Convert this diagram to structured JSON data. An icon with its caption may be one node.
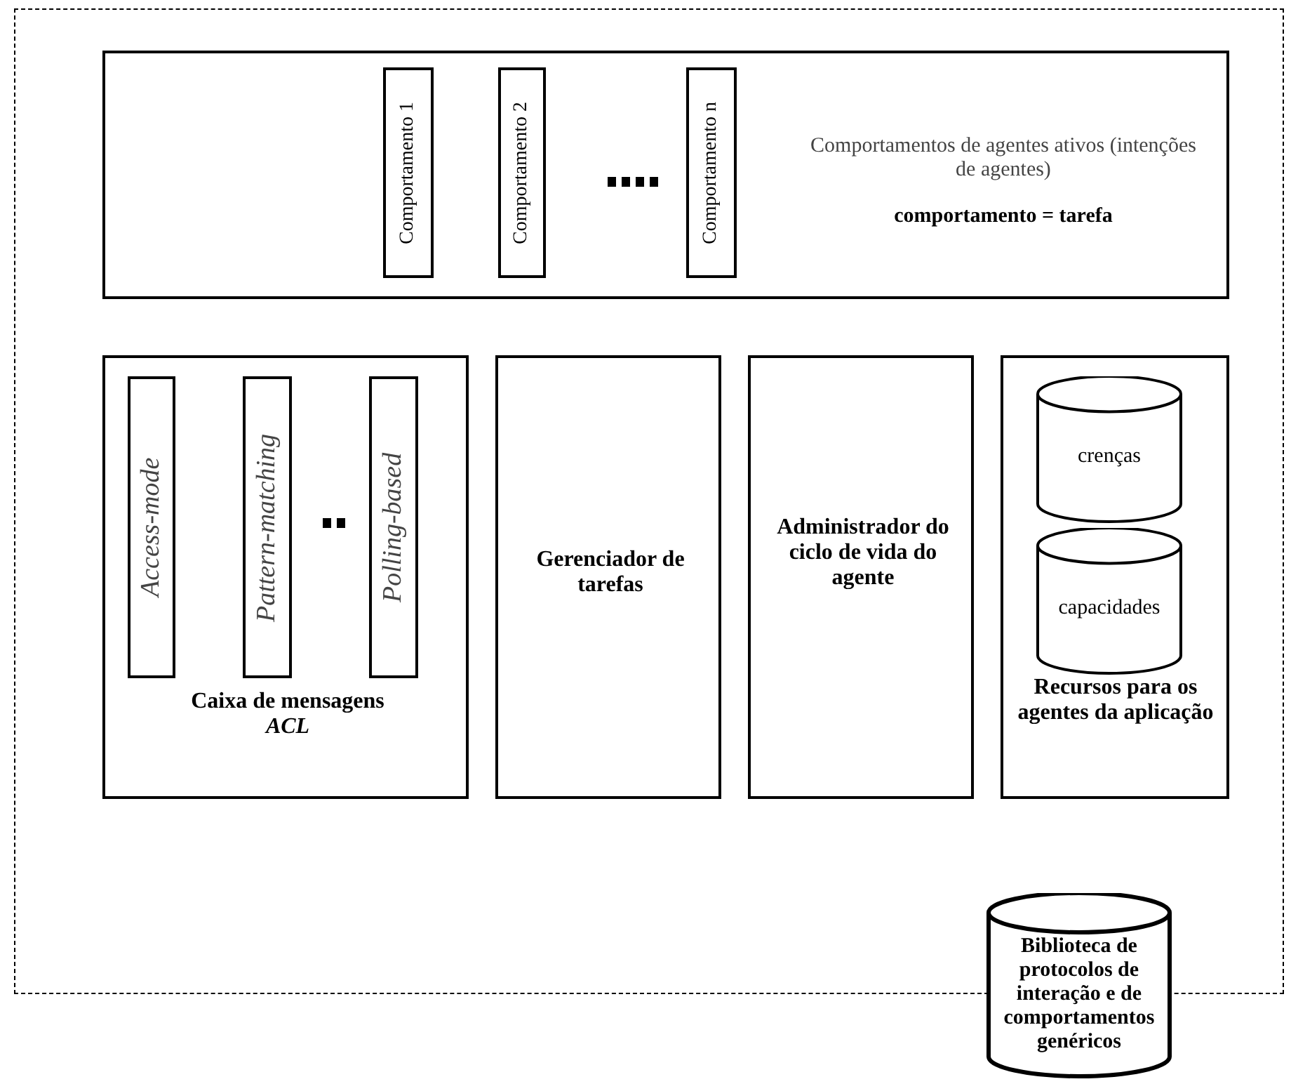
{
  "diagram": {
    "nodes": [
      {
        "text": [],
        "shape": "box"
      },
      {
        "text": [
          "Comportamentos  de agentes ativos (intenções de agentes)",
          "comportamento = tarefa"
        ],
        "in": 0
      },
      {
        "text": [
          "Comportamento 1"
        ],
        "in": 1
      },
      {
        "text": [
          "Comportamento 2"
        ],
        "in": 1
      },
      {
        "text": [
          "Comportamento n"
        ],
        "in": 1
      },
      {
        "text": [
          "Caixa de mensagens *ACL*"
        ],
        "in": 0
      },
      {
        "text": [
          "Access-mode"
        ],
        "in": 5
      },
      {
        "text": [
          "Pattern-matching"
        ],
        "in": 5
      },
      {
        "text": [
          "Polling-based"
        ],
        "in": 5
      },
      {
        "text": [
          "Gerenciador de tarefas"
        ],
        "in": 0
      },
      {
        "text": [
          "Administrador do ciclo de vida do agente"
        ],
        "in": 0
      },
      {
        "text": [
          "Recursos para os agentes da aplicação"
        ],
        "in": 0
      },
      {
        "text": [
          "crenças"
        ],
        "in": 11
      },
      {
        "text": [
          "capacidades"
        ],
        "in": 11
      },
      {
        "text": [
          "Biblioteca de protocolos de interação e de comportamentos genéricos"
        ]
      }
    ],
    "edges": []
  }
}
